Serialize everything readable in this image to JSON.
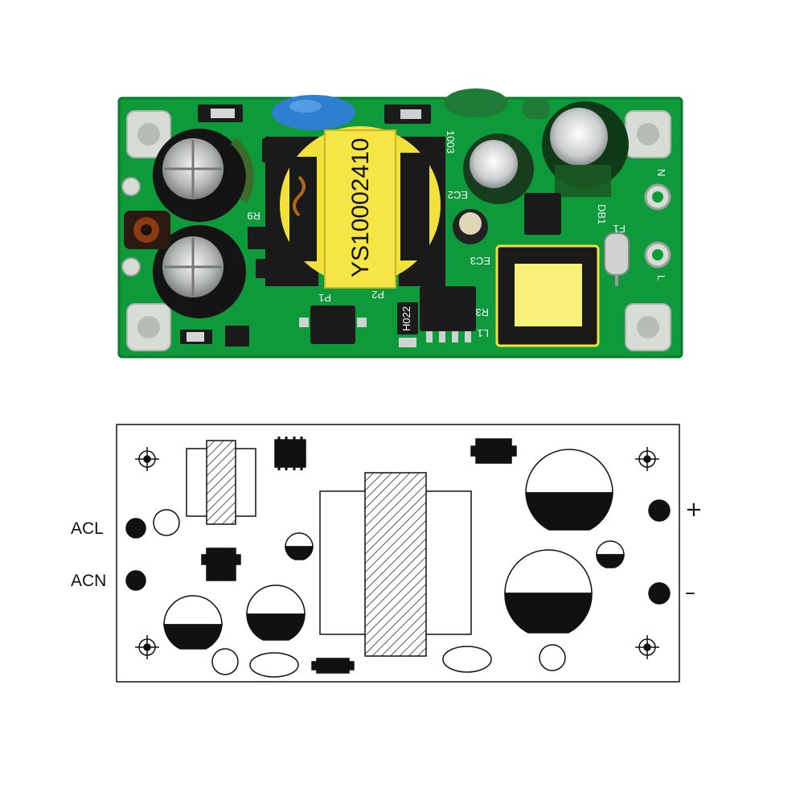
{
  "colors": {
    "pcb_green": "#0e9a3a",
    "pcb_dark_green": "#0a7a2c",
    "pad_silver": "#d7dcd6",
    "transformer_yellow": "#f2e13a",
    "capacitor_black": "#141414",
    "y_cap_blue": "#2f7fd0",
    "green_cap": "#1e7a34",
    "diagram_ink": "#111111"
  },
  "photo": {
    "transformer_marking": "YS10002410",
    "silkscreen": {
      "r9": "R9",
      "p1": "P1",
      "p2": "P2",
      "ec2": "EC2",
      "ec3": "EC3",
      "db1": "DB1",
      "f1": "F1",
      "l1": "L1",
      "n": "N",
      "l": "L",
      "r3": "R3",
      "c1003": "1003",
      "h022": "H022"
    }
  },
  "diagram": {
    "labels": {
      "acl": "ACL",
      "acn": "ACN",
      "plus": "+",
      "minus": "–"
    }
  }
}
